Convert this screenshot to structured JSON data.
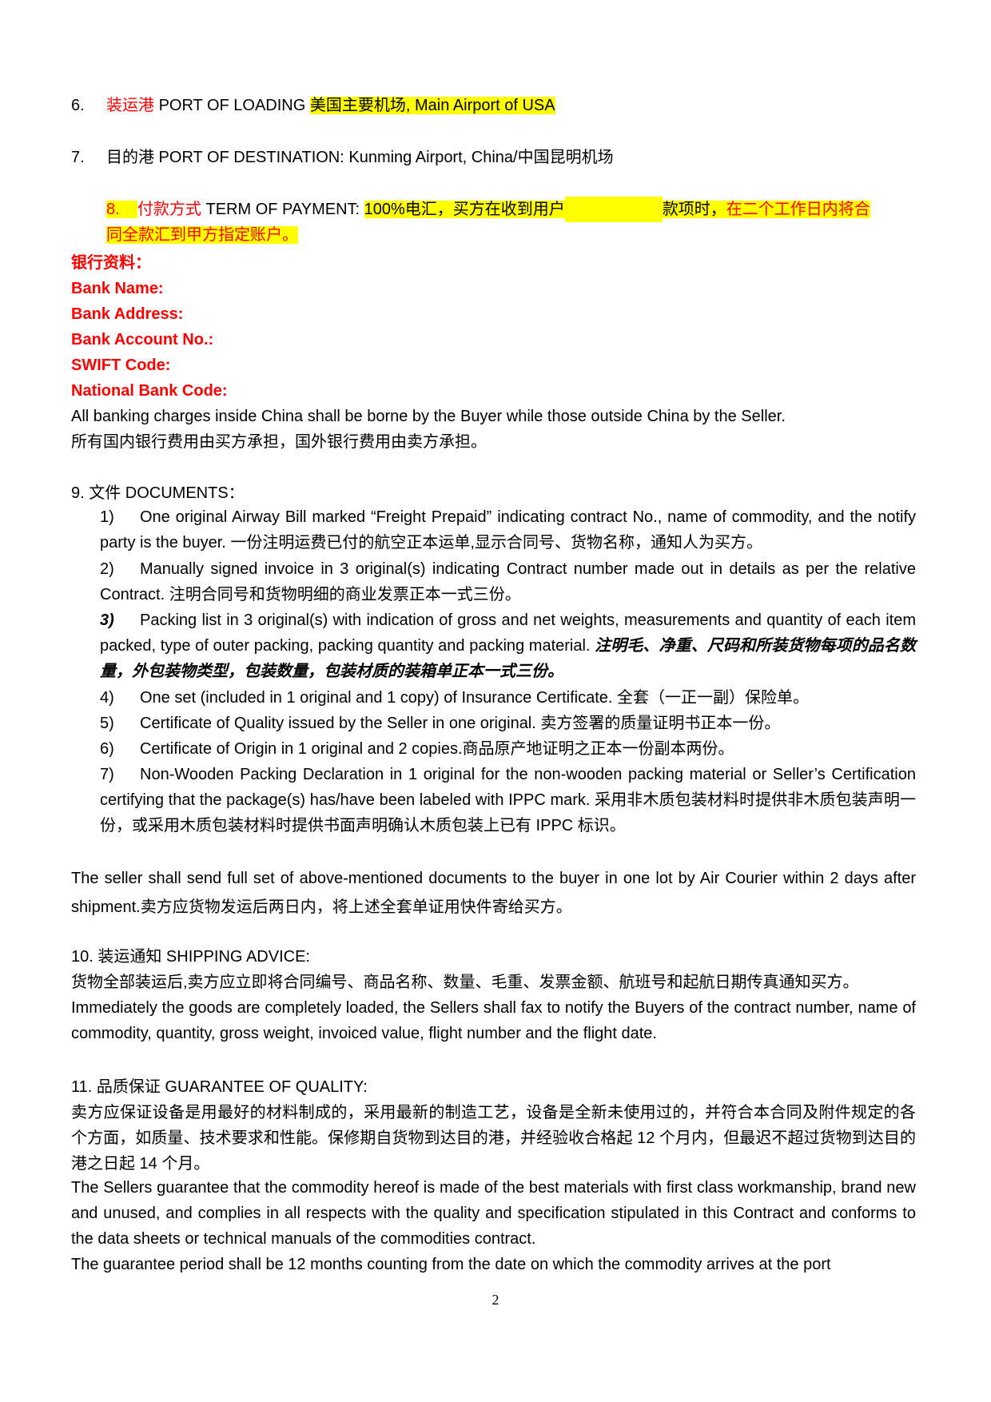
{
  "s6": {
    "num": "6.",
    "label_cn": "装运港",
    "label_en": "PORT OF LOADING",
    "value": "美国主要机场, Main Airport  of  USA"
  },
  "s7": {
    "num": "7.",
    "text": "目的港 PORT OF DESTINATION: Kunming Airport, China/中国昆明机场"
  },
  "s8": {
    "num": "8.",
    "label_cn": "付款方式",
    "label_en": "TERM OF PAYMENT:",
    "pct": "100%",
    "part1": "电汇，买方在收到用户",
    "part2": "款项时，",
    "part3": "在二个工作日内将合",
    "part4": "同全款汇到甲方指定账户。"
  },
  "bank": {
    "title": "银行资料：",
    "name": "Bank Name:",
    "address": "Bank Address:",
    "account": "Bank Account No.:",
    "swift": "SWIFT Code:",
    "national": "National Bank Code:"
  },
  "charges": {
    "en": "All banking charges inside China shall be borne by the Buyer while those outside China by the Seller.",
    "cn": "所有国内银行费用由买方承担，国外银行费用由卖方承担。"
  },
  "s9": {
    "heading": "9.  文件 DOCUMENTS：",
    "items": [
      {
        "n": "1)",
        "text": "One original Airway Bill marked “Freight Prepaid” indicating contract No., name of commodity, and the notify party is the buyer. 一份注明运费已付的航空正本运单,显示合同号、货物名称，通知人为买方。"
      },
      {
        "n": "2)",
        "text": "Manually signed invoice in 3 original(s) indicating Contract number made out in details as per the relative Contract. 注明合同号和货物明细的商业发票正本一式三份。"
      },
      {
        "n": "3)",
        "text": "Packing list in 3 original(s) with indication of gross and net weights, measurements and quantity of each item packed, type of outer packing, packing quantity and packing material. ",
        "cn_bold": "注明毛、净重、尺码和所装货物每项的品名数量，外包装物类型，包装数量，包装材质的装箱单正本一式三份。"
      },
      {
        "n": "4)",
        "text": "One set (included in 1 original and 1 copy) of Insurance Certificate. 全套（一正一副）保险单。"
      },
      {
        "n": "5)",
        "text": "Certificate of Quality issued by the Seller in one original. 卖方签署的质量证明书正本一份。"
      },
      {
        "n": "6)",
        "text": "Certificate of Origin in 1 original and 2 copies.商品原产地证明之正本一份副本两份。"
      },
      {
        "n": "7)",
        "text": "Non-Wooden Packing Declaration in 1 original for the non-wooden packing material or Seller’s Certification certifying that the package(s) has/have been labeled with IPPC mark. 采用非木质包装材料时提供非木质包装声明一份，或采用木质包装材料时提供书面声明确认木质包装上已有 IPPC 标识。"
      }
    ]
  },
  "docs_send": "The seller shall send full set of above-mentioned documents to the buyer in one lot by Air Courier within 2 days after shipment.卖方应货物发运后两日内，将上述全套单证用快件寄给买方。",
  "s10": {
    "heading": "10. 装运通知  SHIPPING ADVICE:",
    "cn": "货物全部装运后,卖方应立即将合同编号、商品名称、数量、毛重、发票金额、航班号和起航日期传真通知买方。",
    "en": "Immediately the goods are completely loaded, the Sellers shall fax to notify the Buyers of the contract number, name of commodity, quantity, gross weight, invoiced value, flight number and the flight date."
  },
  "s11": {
    "heading": "11. 品质保证 GUARANTEE OF QUALITY:",
    "cn": "卖方应保证设备是用最好的材料制成的，采用最新的制造工艺，设备是全新未使用过的，并符合本合同及附件规定的各个方面，如质量、技术要求和性能。保修期自货物到达目的港，并经验收合格起 12 个月内，但最迟不超过货物到达目的港之日起 14 个月。",
    "en1": "The Sellers guarantee that the commodity hereof is made of the best materials with first class workmanship, brand new and unused, and complies in all respects with the quality and specification stipulated in this Contract and conforms to the data sheets or technical manuals of the commodities contract.",
    "en2": "The guarantee period shall be 12 months counting from the date on which the commodity arrives at the port"
  },
  "page_number": "2"
}
